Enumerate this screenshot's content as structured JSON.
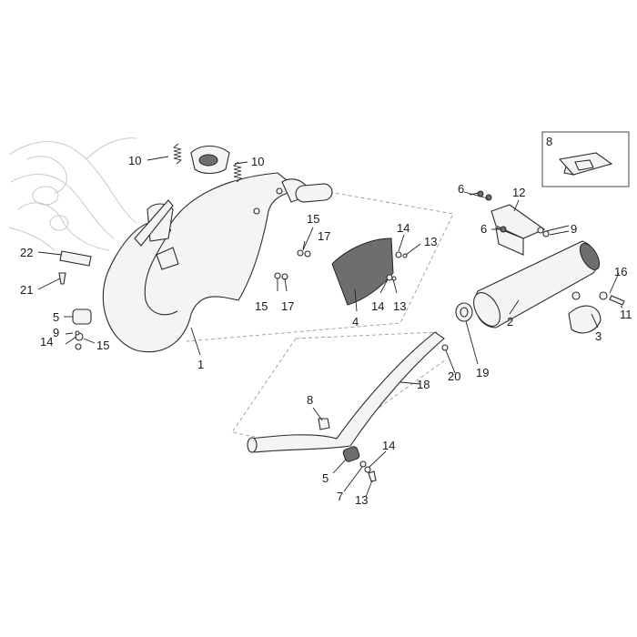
{
  "diagram": {
    "callouts": [
      {
        "id": "c1",
        "text": "1"
      },
      {
        "id": "c2",
        "text": "2"
      },
      {
        "id": "c3",
        "text": "3"
      },
      {
        "id": "c4",
        "text": "4"
      },
      {
        "id": "c5a",
        "text": "5"
      },
      {
        "id": "c5b",
        "text": "5"
      },
      {
        "id": "c6a",
        "text": "6"
      },
      {
        "id": "c6b",
        "text": "6"
      },
      {
        "id": "c7",
        "text": "7"
      },
      {
        "id": "c8a",
        "text": "8"
      },
      {
        "id": "c8b",
        "text": "8"
      },
      {
        "id": "c9a",
        "text": "9"
      },
      {
        "id": "c9b",
        "text": "9"
      },
      {
        "id": "c10a",
        "text": "10"
      },
      {
        "id": "c10b",
        "text": "10"
      },
      {
        "id": "c11",
        "text": "11"
      },
      {
        "id": "c12",
        "text": "12"
      },
      {
        "id": "c13a",
        "text": "13"
      },
      {
        "id": "c13b",
        "text": "13"
      },
      {
        "id": "c13c",
        "text": "13"
      },
      {
        "id": "c14a",
        "text": "14"
      },
      {
        "id": "c14b",
        "text": "14"
      },
      {
        "id": "c14c",
        "text": "14"
      },
      {
        "id": "c14d",
        "text": "14"
      },
      {
        "id": "c15a",
        "text": "15"
      },
      {
        "id": "c15b",
        "text": "15"
      },
      {
        "id": "c15c",
        "text": "15"
      },
      {
        "id": "c16",
        "text": "16"
      },
      {
        "id": "c17a",
        "text": "17"
      },
      {
        "id": "c17b",
        "text": "17"
      },
      {
        "id": "c18",
        "text": "18"
      },
      {
        "id": "c19",
        "text": "19"
      },
      {
        "id": "c20",
        "text": "20"
      },
      {
        "id": "c21",
        "text": "21"
      },
      {
        "id": "c22",
        "text": "22"
      }
    ]
  }
}
